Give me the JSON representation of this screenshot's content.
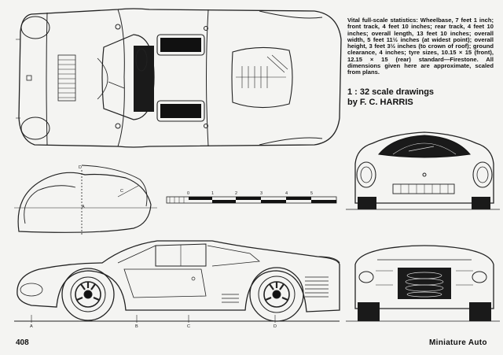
{
  "stats_text": "Vital full-scale statistics: Wheelbase, 7 feet 1 inch; front track, 4 feet 10 inches; rear track, 4 feet 10 inches; overall length, 13 feet 10 inches; overall width, 5 feet 11½ inches (at widest point); overall height, 3 feet 3½ inches (to crown of roof); ground clearance, 4 inches; tyre sizes, 10.15 × 15 (front), 12.15 × 15 (rear) standard—Firestone. All dimensions given here are approximate, scaled from plans.",
  "byline": {
    "line1": "1 : 32 scale drawings",
    "line2": "by F. C. HARRIS"
  },
  "scale_ticks": [
    "0",
    "1",
    "2",
    "3",
    "4",
    "5"
  ],
  "section_labels": {
    "a": "A",
    "b": "B",
    "c": "C",
    "d": "D"
  },
  "footer": {
    "page_number": "408",
    "magazine": "Miniature Auto"
  }
}
